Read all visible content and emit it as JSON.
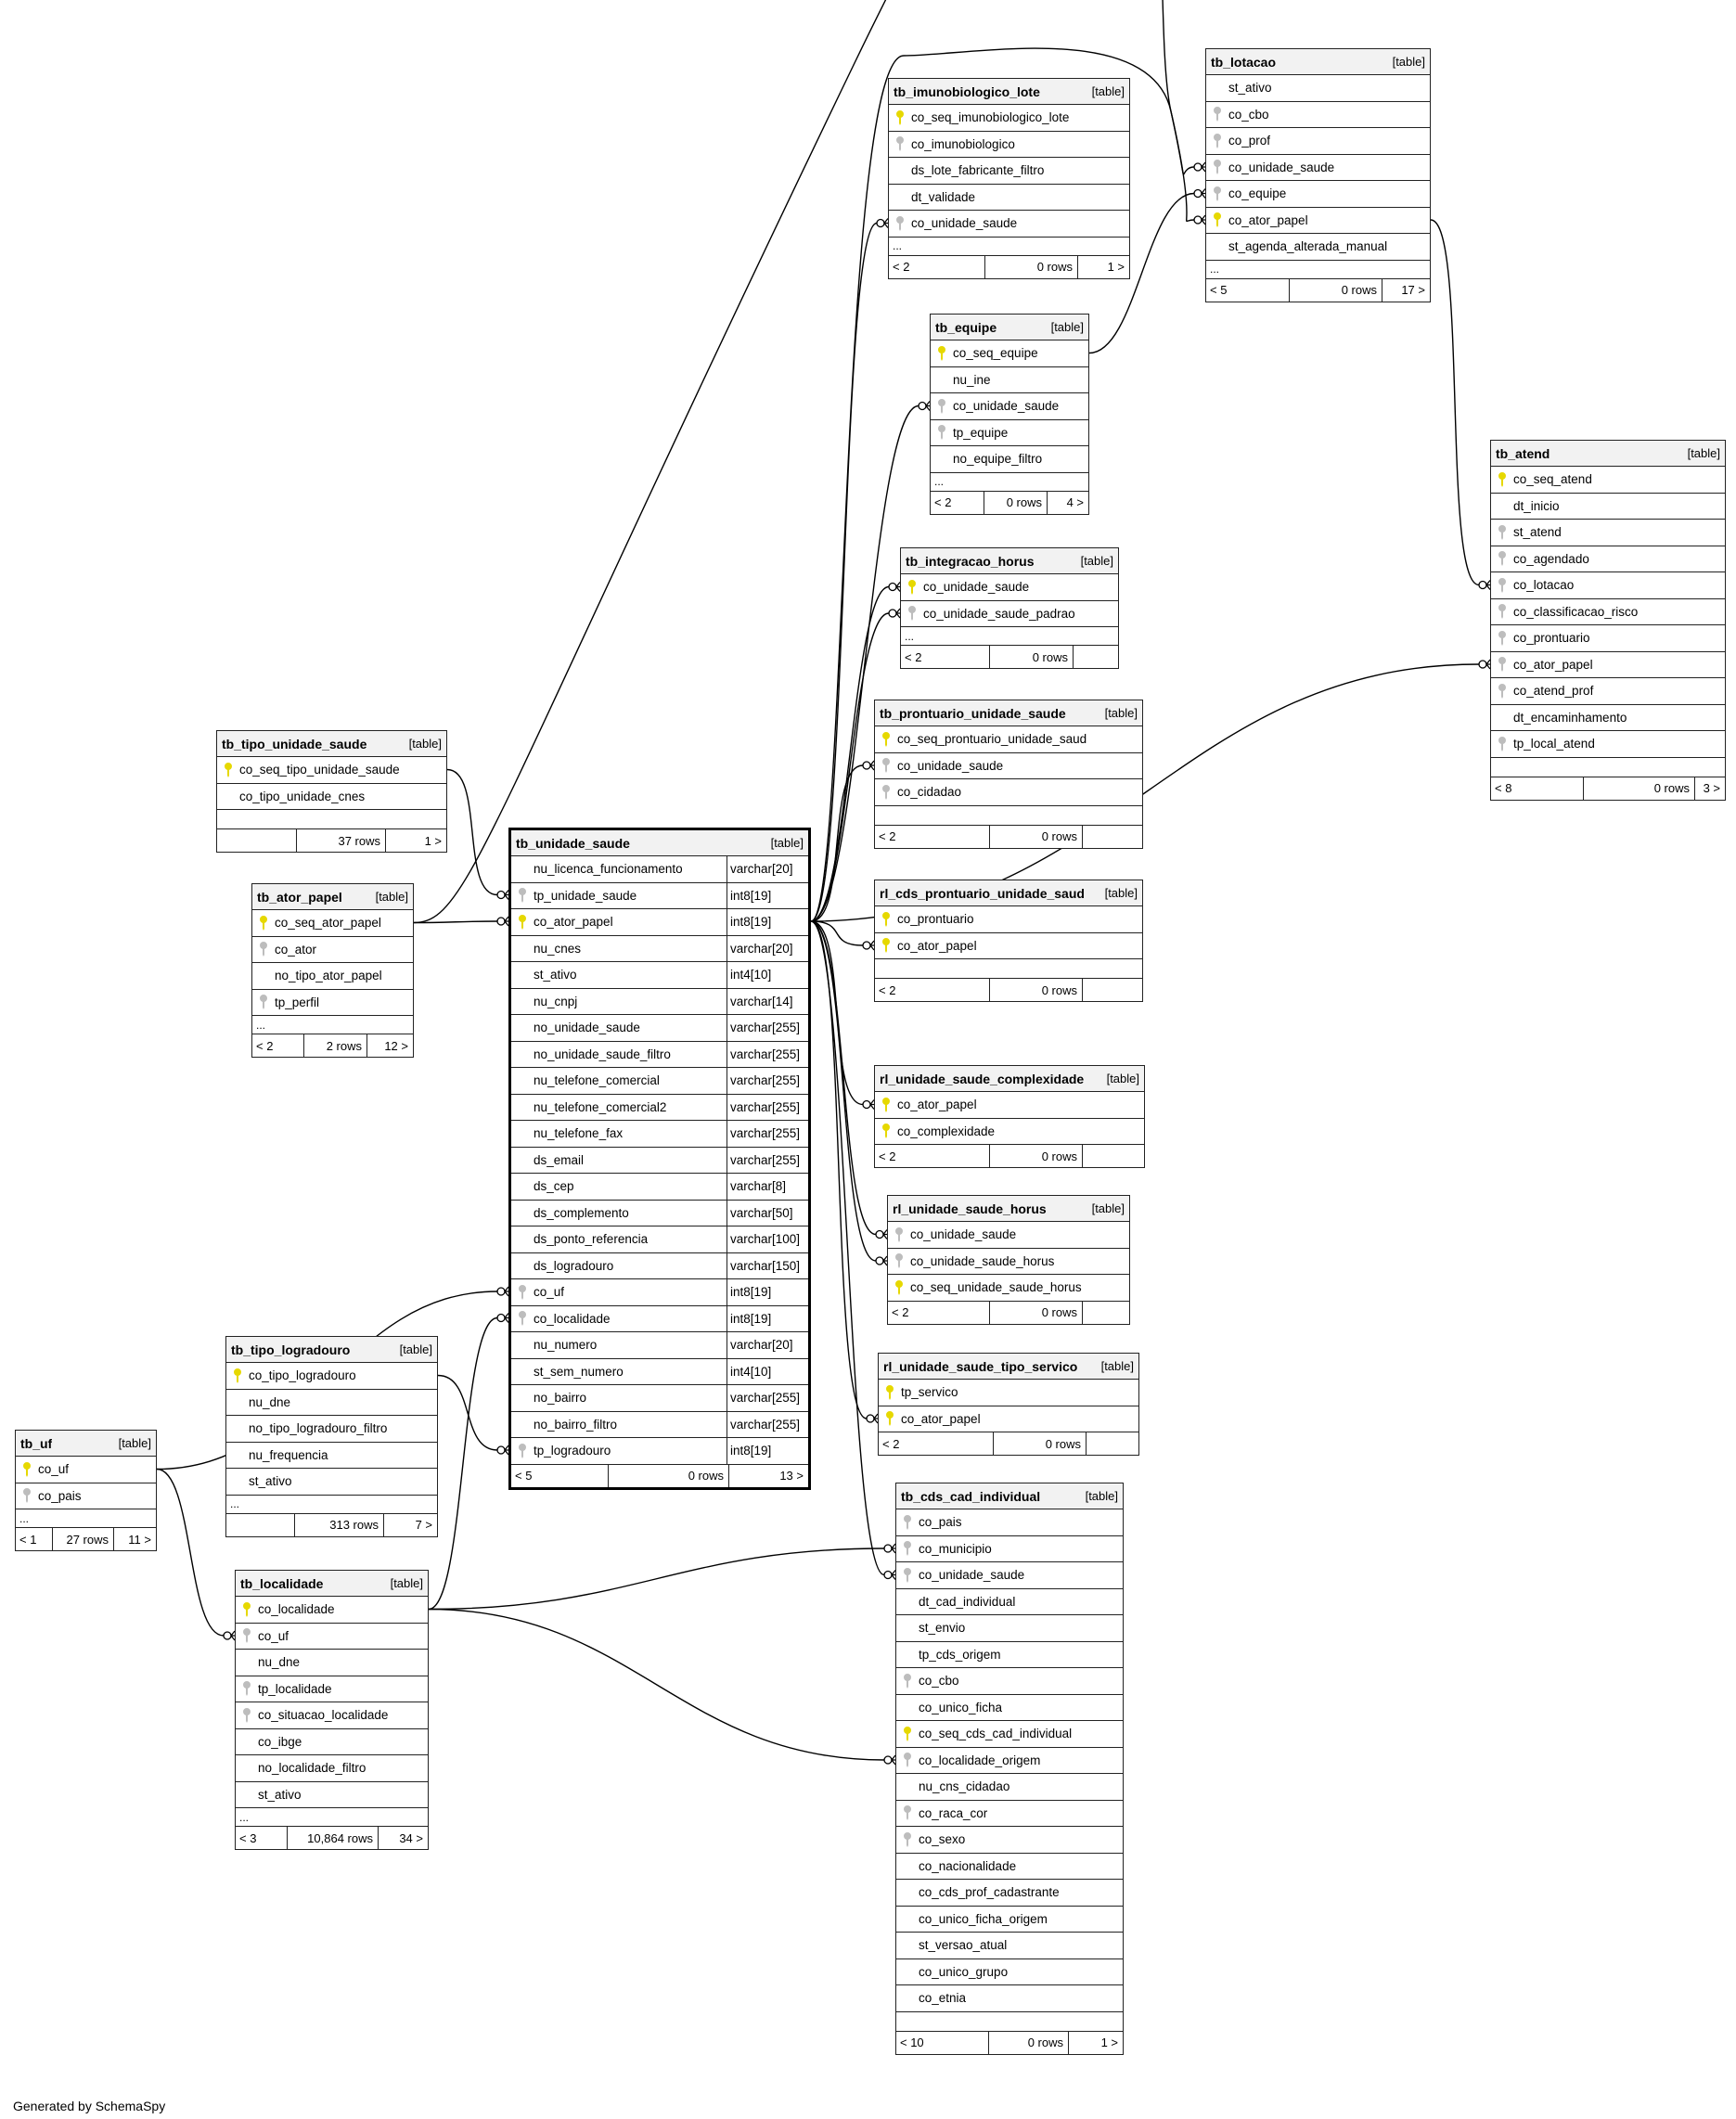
{
  "footer_text": "Generated by SchemaSpy",
  "tables": [
    {
      "id": "tb_unidade_saude",
      "name": "tb_unidade_saude",
      "type": "[table]",
      "cols": [
        [
          "nu_licenca_funcionamento",
          "",
          "varchar[20]"
        ],
        [
          "tp_unidade_saude",
          "fk",
          "int8[19]"
        ],
        [
          "co_ator_papel",
          "pk",
          "int8[19]"
        ],
        [
          "nu_cnes",
          "",
          "varchar[20]"
        ],
        [
          "st_ativo",
          "",
          "int4[10]"
        ],
        [
          "nu_cnpj",
          "",
          "varchar[14]"
        ],
        [
          "no_unidade_saude",
          "",
          "varchar[255]"
        ],
        [
          "no_unidade_saude_filtro",
          "",
          "varchar[255]"
        ],
        [
          "nu_telefone_comercial",
          "",
          "varchar[255]"
        ],
        [
          "nu_telefone_comercial2",
          "",
          "varchar[255]"
        ],
        [
          "nu_telefone_fax",
          "",
          "varchar[255]"
        ],
        [
          "ds_email",
          "",
          "varchar[255]"
        ],
        [
          "ds_cep",
          "",
          "varchar[8]"
        ],
        [
          "ds_complemento",
          "",
          "varchar[50]"
        ],
        [
          "ds_ponto_referencia",
          "",
          "varchar[100]"
        ],
        [
          "ds_logradouro",
          "",
          "varchar[150]"
        ],
        [
          "co_uf",
          "fk",
          "int8[19]"
        ],
        [
          "co_localidade",
          "fk",
          "int8[19]"
        ],
        [
          "nu_numero",
          "",
          "varchar[20]"
        ],
        [
          "st_sem_numero",
          "",
          "int4[10]"
        ],
        [
          "no_bairro",
          "",
          "varchar[255]"
        ],
        [
          "no_bairro_filtro",
          "",
          "varchar[255]"
        ],
        [
          "tp_logradouro",
          "fk",
          "int8[19]"
        ]
      ],
      "footer": [
        "< 5",
        "0 rows",
        "13 >"
      ],
      "ellipsis": false,
      "blank": false
    },
    {
      "id": "tb_imunobiologico_lote",
      "name": "tb_imunobiologico_lote",
      "type": "[table]",
      "cols": [
        [
          "co_seq_imunobiologico_lote",
          "pk",
          ""
        ],
        [
          "co_imunobiologico",
          "fk",
          ""
        ],
        [
          "ds_lote_fabricante_filtro",
          "",
          ""
        ],
        [
          "dt_validade",
          "",
          ""
        ],
        [
          "co_unidade_saude",
          "fk",
          ""
        ]
      ],
      "footer": [
        "< 2",
        "0 rows",
        "1 >"
      ],
      "ellipsis": true,
      "blank": false
    },
    {
      "id": "tb_lotacao",
      "name": "tb_lotacao",
      "type": "[table]",
      "cols": [
        [
          "st_ativo",
          "",
          ""
        ],
        [
          "co_cbo",
          "fk",
          ""
        ],
        [
          "co_prof",
          "fk",
          ""
        ],
        [
          "co_unidade_saude",
          "fk",
          ""
        ],
        [
          "co_equipe",
          "fk",
          ""
        ],
        [
          "co_ator_papel",
          "pk",
          ""
        ],
        [
          "st_agenda_alterada_manual",
          "",
          ""
        ]
      ],
      "footer": [
        "< 5",
        "0 rows",
        "17 >"
      ],
      "ellipsis": true,
      "blank": false
    },
    {
      "id": "tb_equipe",
      "name": "tb_equipe",
      "type": "[table]",
      "cols": [
        [
          "co_seq_equipe",
          "pk",
          ""
        ],
        [
          "nu_ine",
          "",
          ""
        ],
        [
          "co_unidade_saude",
          "fk",
          ""
        ],
        [
          "tp_equipe",
          "fk",
          ""
        ],
        [
          "no_equipe_filtro",
          "",
          ""
        ]
      ],
      "footer": [
        "< 2",
        "0 rows",
        "4 >"
      ],
      "ellipsis": true,
      "blank": false
    },
    {
      "id": "tb_atend",
      "name": "tb_atend",
      "type": "[table]",
      "cols": [
        [
          "co_seq_atend",
          "pk",
          ""
        ],
        [
          "dt_inicio",
          "",
          ""
        ],
        [
          "st_atend",
          "fk",
          ""
        ],
        [
          "co_agendado",
          "fk",
          ""
        ],
        [
          "co_lotacao",
          "fk",
          ""
        ],
        [
          "co_classificacao_risco",
          "fk",
          ""
        ],
        [
          "co_prontuario",
          "fk",
          ""
        ],
        [
          "co_ator_papel",
          "fk",
          ""
        ],
        [
          "co_atend_prof",
          "fk",
          ""
        ],
        [
          "dt_encaminhamento",
          "",
          ""
        ],
        [
          "tp_local_atend",
          "fk",
          ""
        ]
      ],
      "footer": [
        "< 8",
        "0 rows",
        "3 >"
      ],
      "ellipsis": false,
      "blank": true
    },
    {
      "id": "tb_integracao_horus",
      "name": "tb_integracao_horus",
      "type": "[table]",
      "cols": [
        [
          "co_unidade_saude",
          "pk",
          ""
        ],
        [
          "co_unidade_saude_padrao",
          "fk",
          ""
        ]
      ],
      "footer": [
        "< 2",
        "0 rows",
        ""
      ],
      "ellipsis": true,
      "blank": false
    },
    {
      "id": "tb_prontuario_unidade_saude",
      "name": "tb_prontuario_unidade_saude",
      "type": "[table]",
      "cols": [
        [
          "co_seq_prontuario_unidade_saud",
          "pk",
          ""
        ],
        [
          "co_unidade_saude",
          "fk",
          ""
        ],
        [
          "co_cidadao",
          "fk",
          ""
        ]
      ],
      "footer": [
        "< 2",
        "0 rows",
        ""
      ],
      "ellipsis": false,
      "blank": true
    },
    {
      "id": "rl_cds_prontuario_unidade_saud",
      "name": "rl_cds_prontuario_unidade_saud",
      "type": "[table]",
      "cols": [
        [
          "co_prontuario",
          "pk",
          ""
        ],
        [
          "co_ator_papel",
          "pk",
          ""
        ]
      ],
      "footer": [
        "< 2",
        "0 rows",
        ""
      ],
      "ellipsis": false,
      "blank": true
    },
    {
      "id": "rl_unidade_saude_complexidade",
      "name": "rl_unidade_saude_complexidade",
      "type": "[table]",
      "cols": [
        [
          "co_ator_papel",
          "pk",
          ""
        ],
        [
          "co_complexidade",
          "pk",
          ""
        ]
      ],
      "footer": [
        "< 2",
        "0 rows",
        ""
      ],
      "ellipsis": false,
      "blank": false
    },
    {
      "id": "rl_unidade_saude_horus",
      "name": "rl_unidade_saude_horus",
      "type": "[table]",
      "cols": [
        [
          "co_unidade_saude",
          "fk",
          ""
        ],
        [
          "co_unidade_saude_horus",
          "fk",
          ""
        ],
        [
          "co_seq_unidade_saude_horus",
          "pk",
          ""
        ]
      ],
      "footer": [
        "< 2",
        "0 rows",
        ""
      ],
      "ellipsis": false,
      "blank": false
    },
    {
      "id": "rl_unidade_saude_tipo_servico",
      "name": "rl_unidade_saude_tipo_servico",
      "type": "[table]",
      "cols": [
        [
          "tp_servico",
          "pk",
          ""
        ],
        [
          "co_ator_papel",
          "pk",
          ""
        ]
      ],
      "footer": [
        "< 2",
        "0 rows",
        ""
      ],
      "ellipsis": false,
      "blank": false
    },
    {
      "id": "tb_cds_cad_individual",
      "name": "tb_cds_cad_individual",
      "type": "[table]",
      "cols": [
        [
          "co_pais",
          "fk",
          ""
        ],
        [
          "co_municipio",
          "fk",
          ""
        ],
        [
          "co_unidade_saude",
          "fk",
          ""
        ],
        [
          "dt_cad_individual",
          "",
          ""
        ],
        [
          "st_envio",
          "",
          ""
        ],
        [
          "tp_cds_origem",
          "",
          ""
        ],
        [
          "co_cbo",
          "fk",
          ""
        ],
        [
          "co_unico_ficha",
          "",
          ""
        ],
        [
          "co_seq_cds_cad_individual",
          "pk",
          ""
        ],
        [
          "co_localidade_origem",
          "fk",
          ""
        ],
        [
          "nu_cns_cidadao",
          "",
          ""
        ],
        [
          "co_raca_cor",
          "fk",
          ""
        ],
        [
          "co_sexo",
          "fk",
          ""
        ],
        [
          "co_nacionalidade",
          "",
          ""
        ],
        [
          "co_cds_prof_cadastrante",
          "",
          ""
        ],
        [
          "co_unico_ficha_origem",
          "",
          ""
        ],
        [
          "st_versao_atual",
          "",
          ""
        ],
        [
          "co_unico_grupo",
          "",
          ""
        ],
        [
          "co_etnia",
          "",
          ""
        ]
      ],
      "footer": [
        "< 10",
        "0 rows",
        "1 >"
      ],
      "ellipsis": false,
      "blank": true
    },
    {
      "id": "tb_tipo_unidade_saude",
      "name": "tb_tipo_unidade_saude",
      "type": "[table]",
      "cols": [
        [
          "co_seq_tipo_unidade_saude",
          "pk",
          ""
        ],
        [
          "co_tipo_unidade_cnes",
          "",
          ""
        ]
      ],
      "footer": [
        "",
        "37 rows",
        "1 >"
      ],
      "ellipsis": false,
      "blank": true
    },
    {
      "id": "tb_ator_papel",
      "name": "tb_ator_papel",
      "type": "[table]",
      "cols": [
        [
          "co_seq_ator_papel",
          "pk",
          ""
        ],
        [
          "co_ator",
          "fk",
          ""
        ],
        [
          "no_tipo_ator_papel",
          "",
          ""
        ],
        [
          "tp_perfil",
          "fk",
          ""
        ]
      ],
      "footer": [
        "< 2",
        "2 rows",
        "12 >"
      ],
      "ellipsis": true,
      "blank": false
    },
    {
      "id": "tb_tipo_logradouro",
      "name": "tb_tipo_logradouro",
      "type": "[table]",
      "cols": [
        [
          "co_tipo_logradouro",
          "pk",
          ""
        ],
        [
          "nu_dne",
          "",
          ""
        ],
        [
          "no_tipo_logradouro_filtro",
          "",
          ""
        ],
        [
          "nu_frequencia",
          "",
          ""
        ],
        [
          "st_ativo",
          "",
          ""
        ]
      ],
      "footer": [
        "",
        "313 rows",
        "7 >"
      ],
      "ellipsis": true,
      "blank": false
    },
    {
      "id": "tb_uf",
      "name": "tb_uf",
      "type": "[table]",
      "cols": [
        [
          "co_uf",
          "pk",
          ""
        ],
        [
          "co_pais",
          "fk",
          ""
        ]
      ],
      "footer": [
        "< 1",
        "27 rows",
        "11 >"
      ],
      "ellipsis": true,
      "blank": false
    },
    {
      "id": "tb_localidade",
      "name": "tb_localidade",
      "type": "[table]",
      "cols": [
        [
          "co_localidade",
          "pk",
          ""
        ],
        [
          "co_uf",
          "fk",
          ""
        ],
        [
          "nu_dne",
          "",
          ""
        ],
        [
          "tp_localidade",
          "fk",
          ""
        ],
        [
          "co_situacao_localidade",
          "fk",
          ""
        ],
        [
          "co_ibge",
          "",
          ""
        ],
        [
          "no_localidade_filtro",
          "",
          ""
        ],
        [
          "st_ativo",
          "",
          ""
        ]
      ],
      "footer": [
        "< 3",
        "10,864 rows",
        "34 >"
      ],
      "ellipsis": true,
      "blank": false
    }
  ]
}
